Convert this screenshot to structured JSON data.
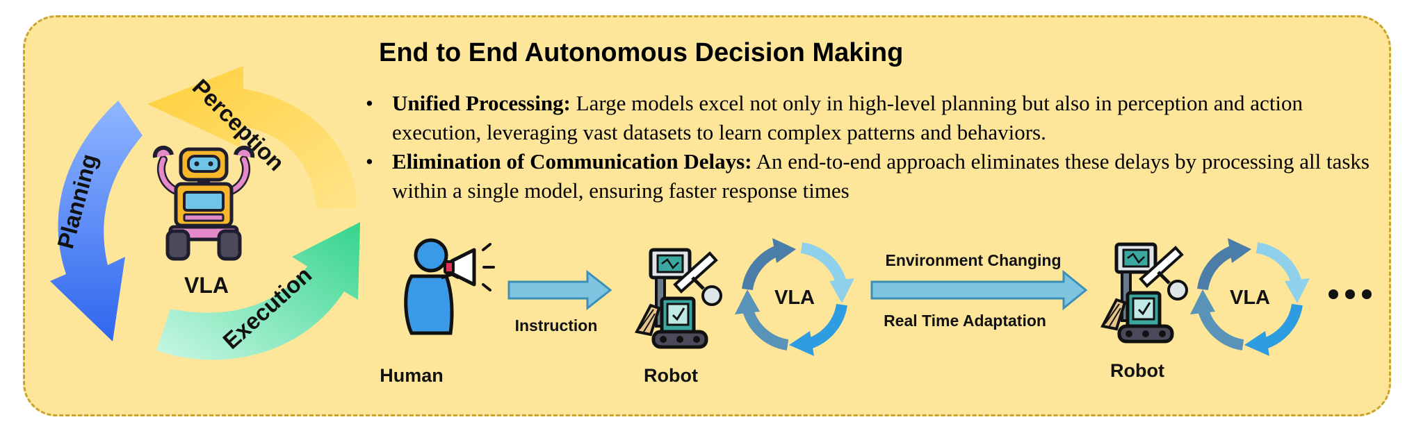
{
  "title": "End to End Autonomous Decision Making",
  "bullets": [
    {
      "term": "Unified Processing:",
      "text": " Large models excel not only in high-level planning but also in perception and action execution, leveraging vast datasets to learn complex patterns and behaviors."
    },
    {
      "term": "Elimination of Communication Delays:",
      "text": " An end-to-end approach eliminates these delays by processing all tasks within a single model, ensuring faster response times"
    }
  ],
  "cycle": {
    "center_label": "VLA",
    "perception": "Perception",
    "planning": "Planning",
    "execution": "Execution"
  },
  "flow": {
    "human_label": "Human",
    "instruction_label": "Instruction",
    "robot_label_1": "Robot",
    "vla_label_1": "VLA",
    "env_label": "Environment Changing",
    "adapt_label": "Real Time Adaptation",
    "robot_label_2": "Robot",
    "vla_label_2": "VLA"
  },
  "icons": {
    "robot_mascot": "robot-mascot-icon",
    "human": "human-megaphone-icon",
    "robot_arm": "robot-arm-icon",
    "cycle_arrows": "cycle-arrows-icon",
    "ellipsis": "ellipsis-icon"
  },
  "colors": {
    "panel_bg": "#fde59a",
    "panel_border": "#c9a32e",
    "perception": "#ffc93c",
    "planning": "#5b8df5",
    "execution": "#59e0a6",
    "arrow_fill": "#7ec3e0",
    "arrow_stroke": "#3b8fb8"
  }
}
